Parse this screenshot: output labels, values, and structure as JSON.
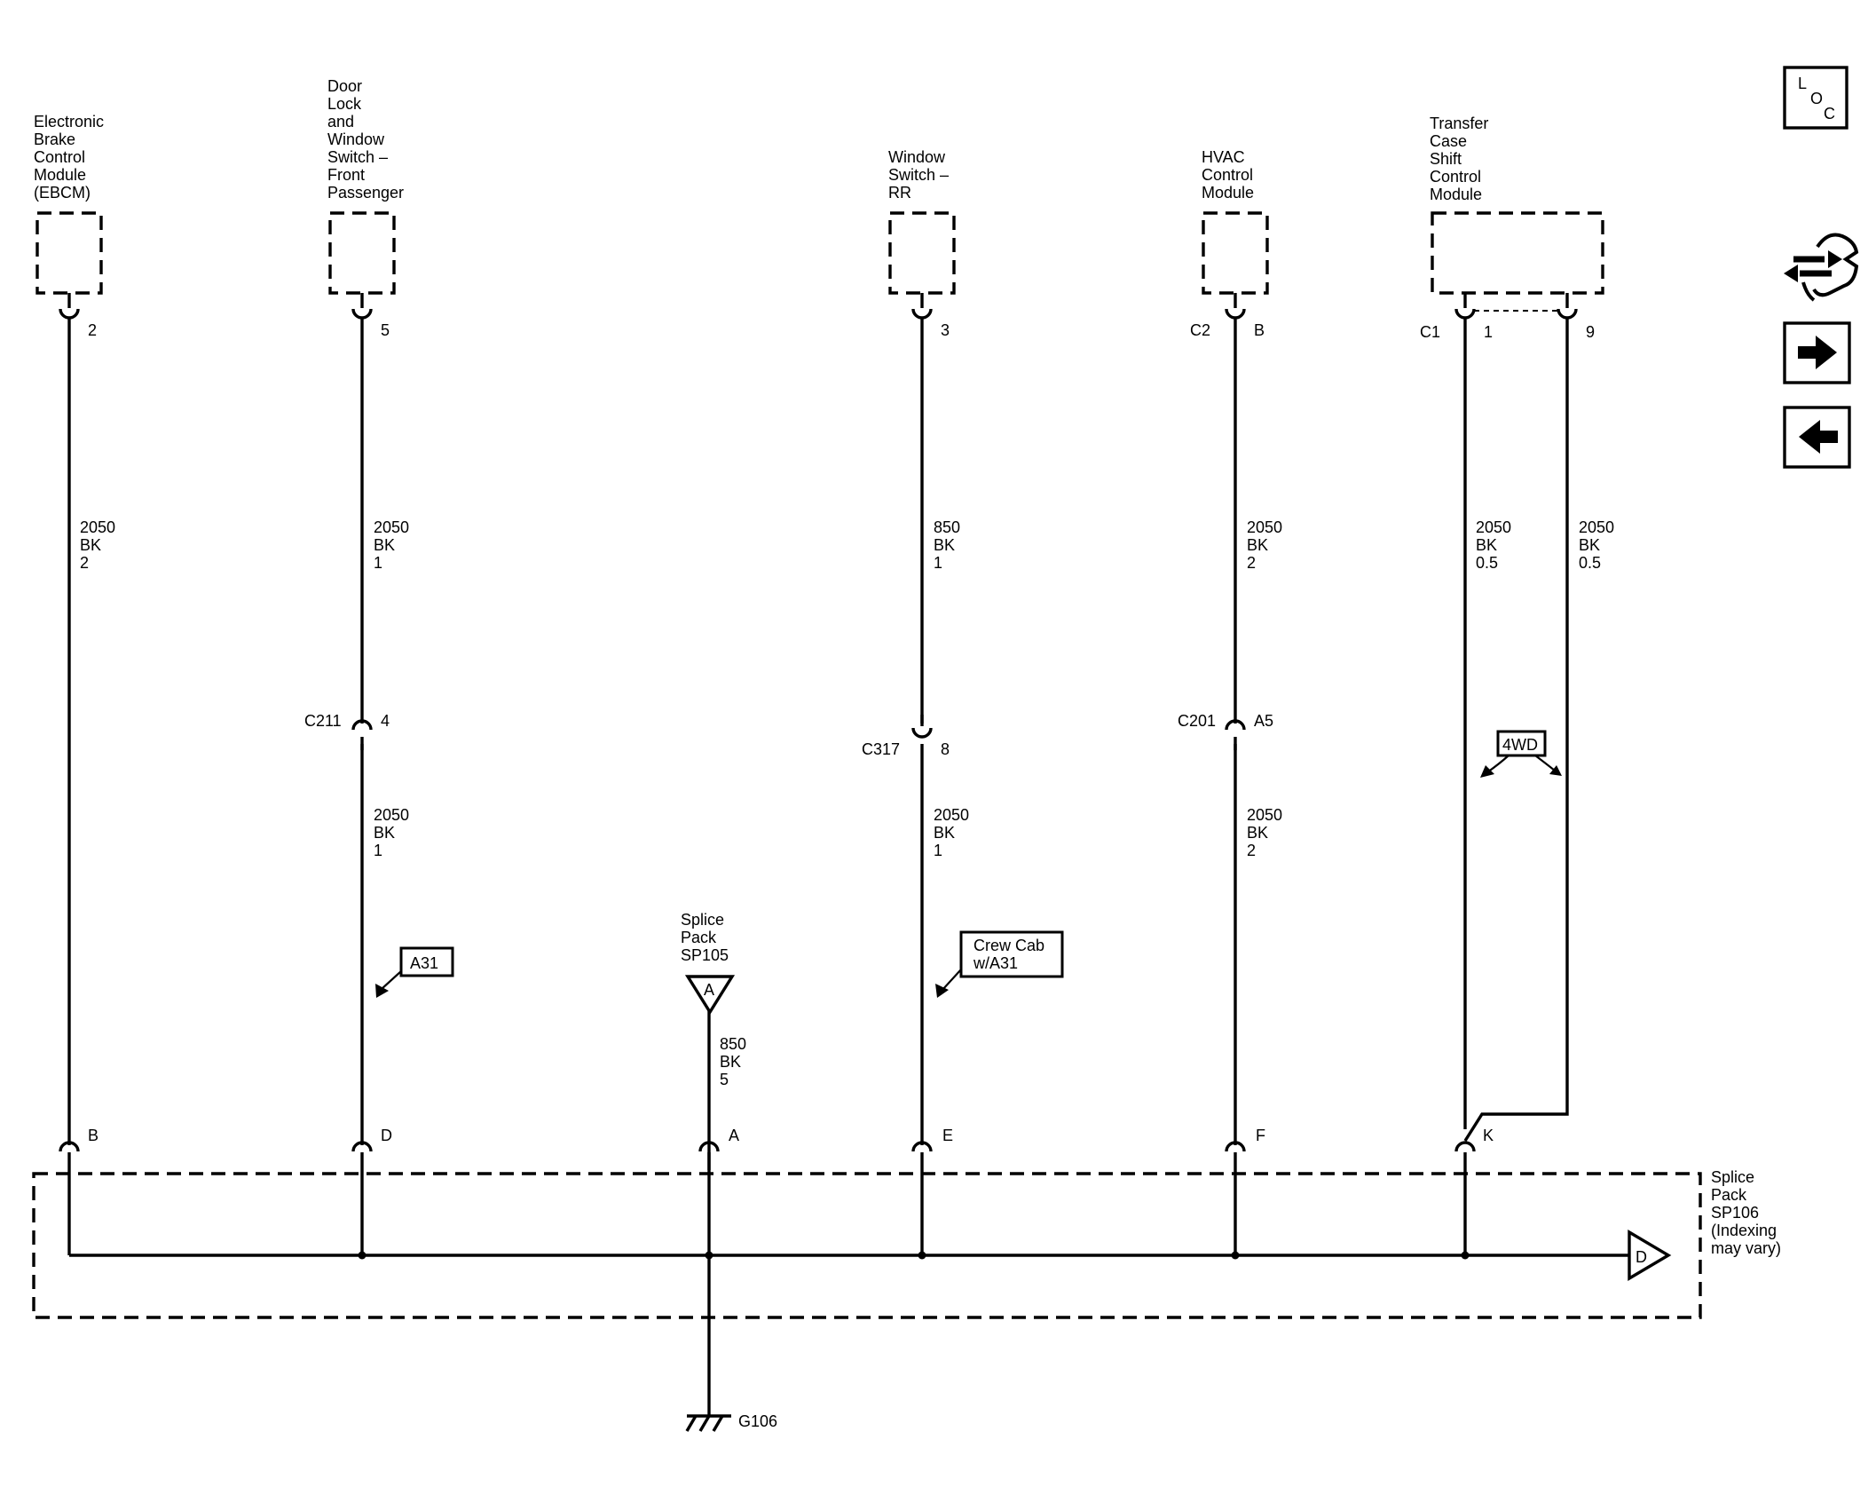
{
  "modules": {
    "ebcm": [
      "Electronic",
      "Brake",
      "Control",
      "Module",
      "(EBCM)"
    ],
    "door_lock": [
      "Door",
      "Lock",
      "and",
      "Window",
      "Switch –",
      "Front",
      "Passenger"
    ],
    "window_rr": [
      "Window",
      "Switch –",
      "RR"
    ],
    "hvac": [
      "HVAC",
      "Control",
      "Module"
    ],
    "transfer_case": [
      "Transfer",
      "Case",
      "Shift",
      "Control",
      "Module"
    ]
  },
  "pins": {
    "ebcm": "2",
    "door_lock": "5",
    "window_rr": "3",
    "hvac_connector": "C2",
    "hvac_pin": "B",
    "tc_connector": "C1",
    "tc_pin1": "1",
    "tc_pin2": "9"
  },
  "wires_upper": {
    "ebcm": [
      "2050",
      "BK",
      "2"
    ],
    "door_lock": [
      "2050",
      "BK",
      "1"
    ],
    "window_rr": [
      "850",
      "BK",
      "1"
    ],
    "hvac": [
      "2050",
      "BK",
      "2"
    ],
    "tc1": [
      "2050",
      "BK",
      "0.5"
    ],
    "tc2": [
      "2050",
      "BK",
      "0.5"
    ]
  },
  "inline_connectors": {
    "c211_name": "C211",
    "c211_pin": "4",
    "c317_name": "C317",
    "c317_pin": "8",
    "c201_name": "C201",
    "c201_pin": "A5"
  },
  "wires_lower": {
    "door_lock": [
      "2050",
      "BK",
      "1"
    ],
    "window_rr": [
      "2050",
      "BK",
      "1"
    ],
    "hvac": [
      "2050",
      "BK",
      "2"
    ],
    "sp105": [
      "850",
      "BK",
      "5"
    ]
  },
  "callouts": {
    "a31": "A31",
    "crew_cab": [
      "Crew Cab",
      "w/A31"
    ],
    "fourwd": "4WD"
  },
  "splice_sp105": {
    "label": [
      "Splice",
      "Pack",
      "SP105"
    ],
    "letter": "A"
  },
  "splice_sp106": {
    "label": [
      "Splice",
      "Pack",
      "SP106",
      "(Indexing",
      "may vary)"
    ],
    "letter": "D",
    "pins": [
      "B",
      "D",
      "A",
      "E",
      "F",
      "K"
    ]
  },
  "ground": "G106",
  "loc_icon": [
    "L",
    "O",
    "C"
  ],
  "icons": [
    "loc-icon",
    "connector-icon",
    "arrow-right-icon",
    "arrow-left-icon"
  ]
}
